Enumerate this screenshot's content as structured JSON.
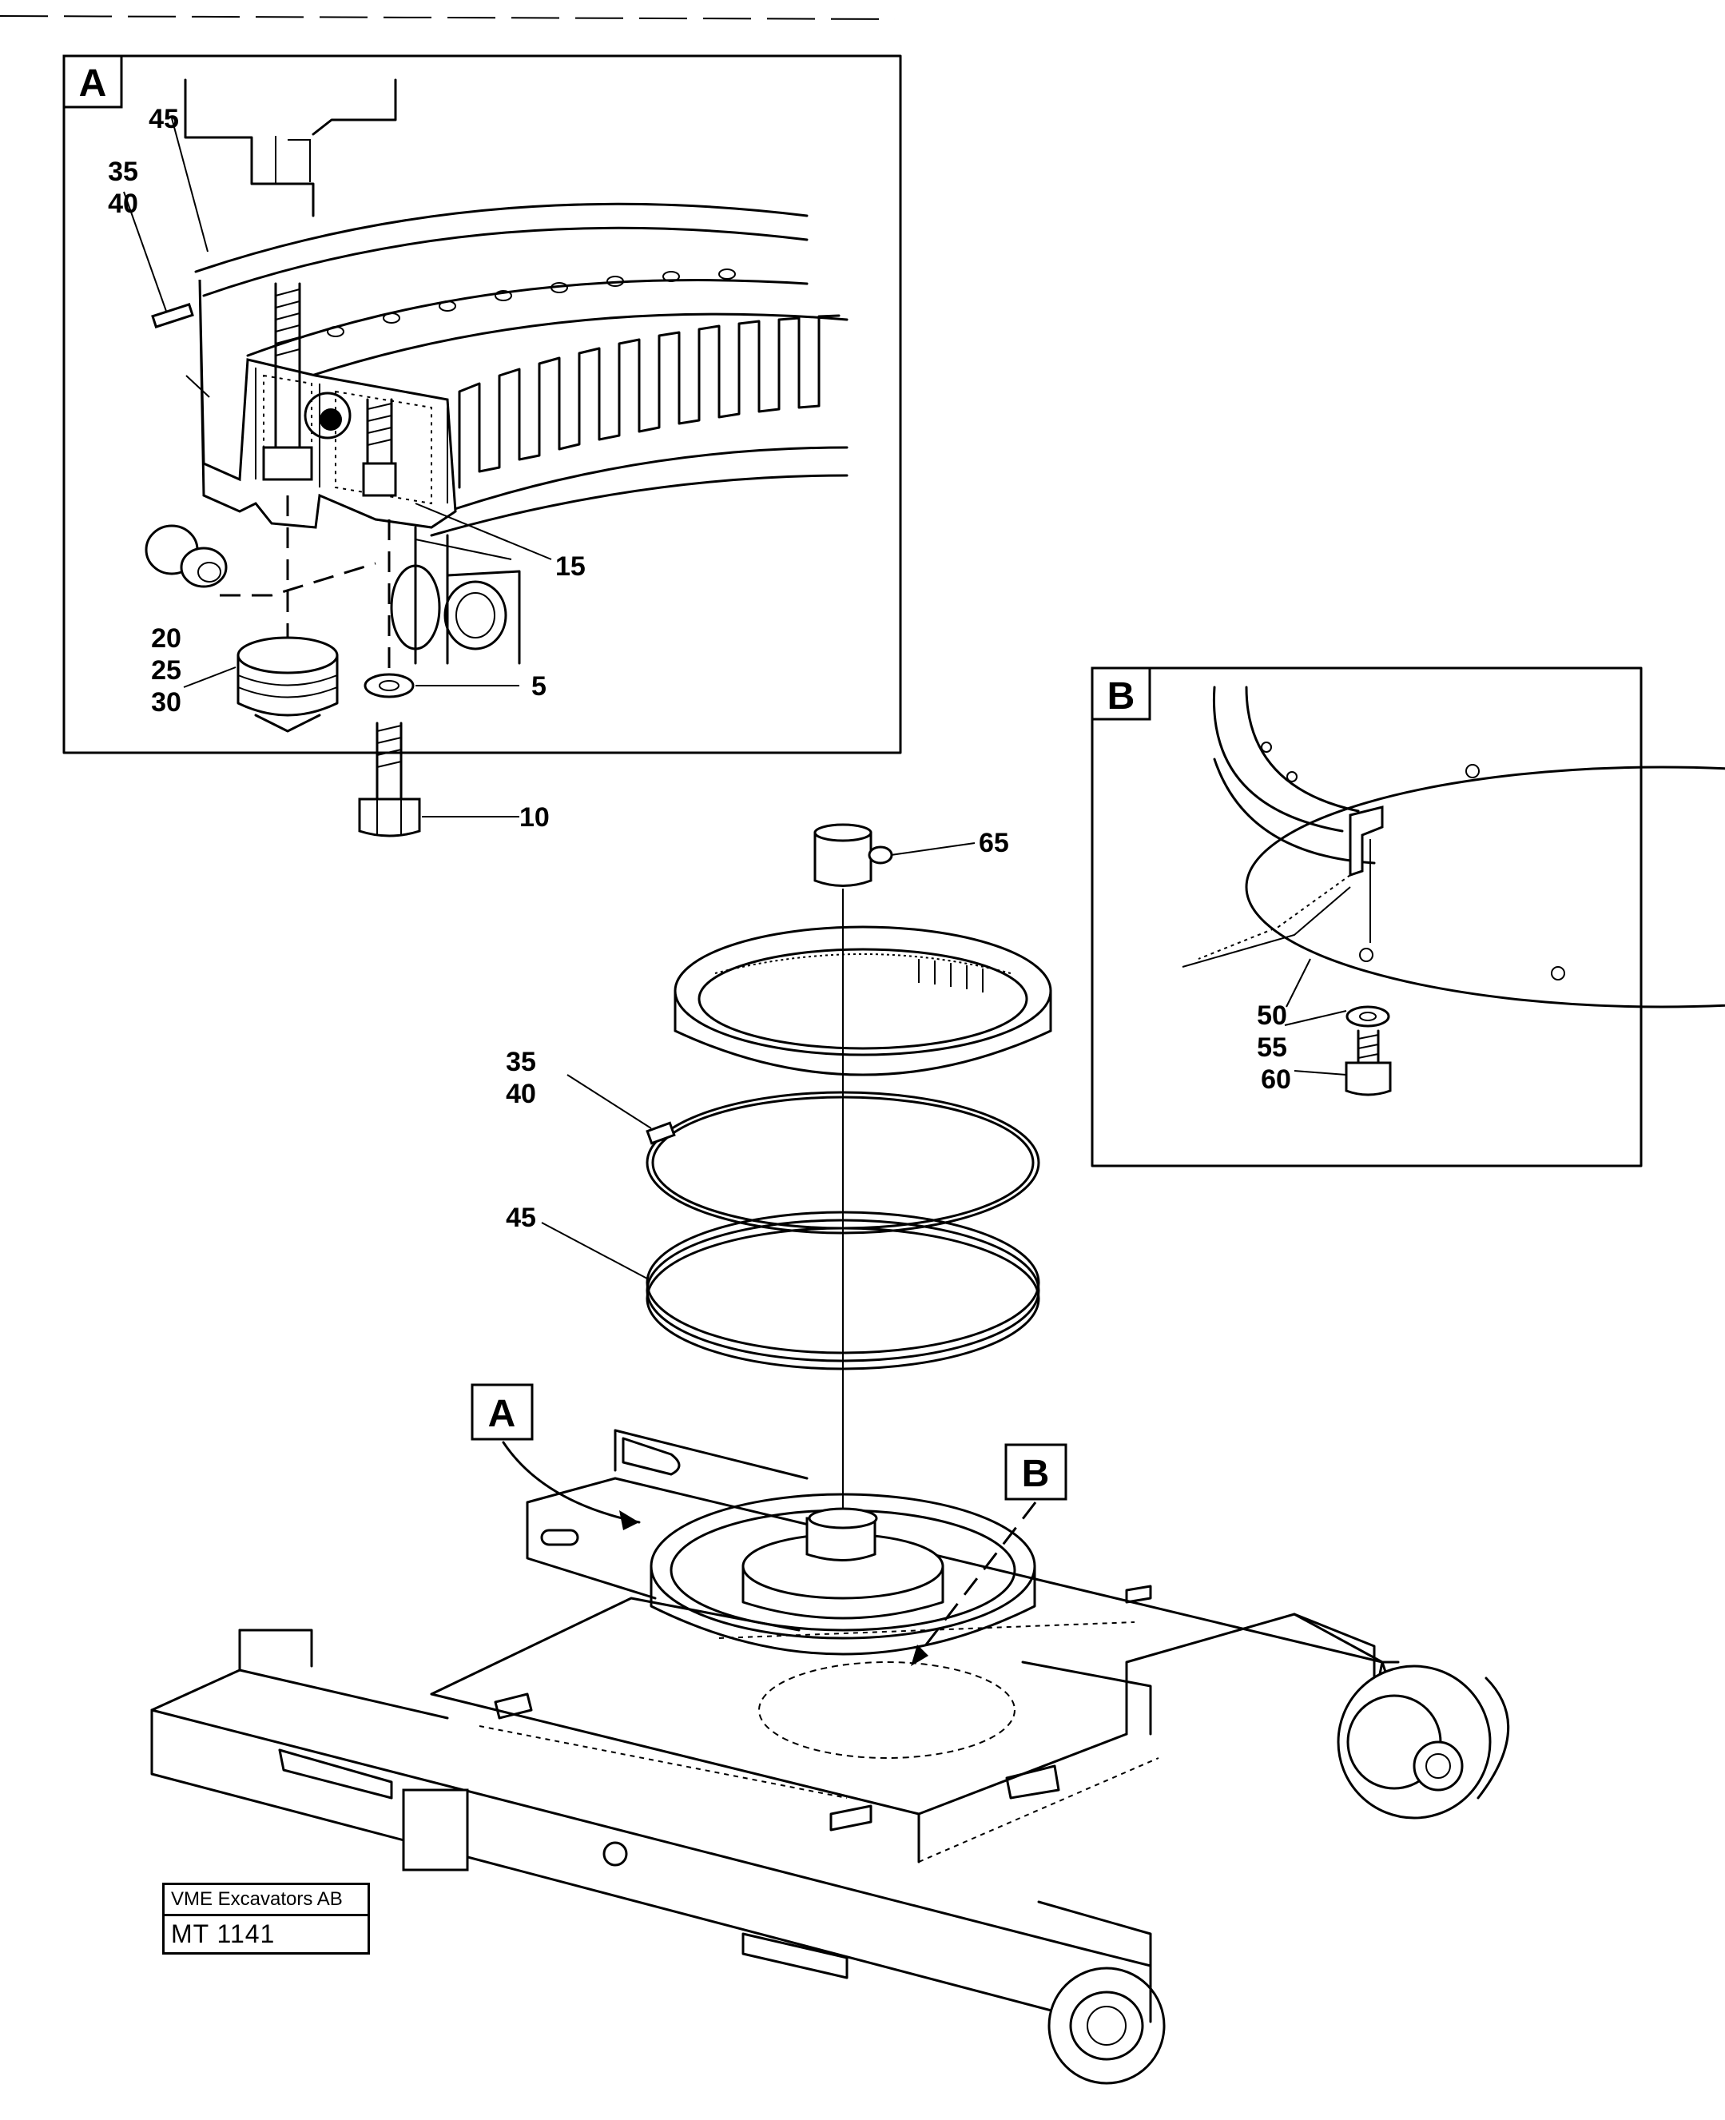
{
  "detail_labels": {
    "a": "A",
    "b": "B"
  },
  "callouts": {
    "c45_a": "45",
    "c35_a": "35",
    "c40_a": "40",
    "c15": "15",
    "c20": "20",
    "c25": "25",
    "c30": "30",
    "c5": "5",
    "c10": "10",
    "c65": "65",
    "c35_b": "35",
    "c40_b": "40",
    "c45_b": "45",
    "c50": "50",
    "c55": "55",
    "c60": "60"
  },
  "title_block": {
    "organization": "VME Excavators AB",
    "drawing_number": "MT 1141"
  }
}
